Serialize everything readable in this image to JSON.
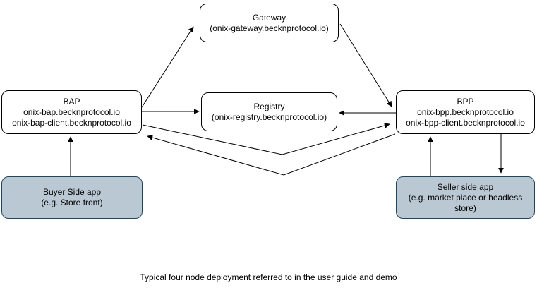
{
  "diagram": {
    "caption": "Typical four node deployment referred to in the user guide and demo",
    "nodes": {
      "gateway": {
        "line1": "Gateway",
        "line2": "(onix-gateway.becknprotocol.io)"
      },
      "bap": {
        "line1": "BAP",
        "line2": "onix-bap.becknprotocol.io",
        "line3": "onix-bap-client.becknprotocol.io"
      },
      "registry": {
        "line1": "Registry",
        "line2": "(onix-registry.becknprotocol.io)"
      },
      "bpp": {
        "line1": "BPP",
        "line2": "onix-bpp.becknprotocol.io",
        "line3": "onix-bpp-client.becknprotocol.io"
      },
      "buyer_app": {
        "line1": "Buyer Side app",
        "line2": "(e.g. Store front)"
      },
      "seller_app": {
        "line1": "Seller side app",
        "line2": "(e.g. market place or headless store)"
      }
    },
    "edges": [
      {
        "from": "BAP",
        "to": "Gateway",
        "arrow_at": "Gateway"
      },
      {
        "from": "Gateway",
        "to": "BPP",
        "arrow_at": "BPP"
      },
      {
        "from": "BAP",
        "to": "Registry",
        "arrow_at": "Registry"
      },
      {
        "from": "BPP",
        "to": "Registry",
        "arrow_at": "Registry"
      },
      {
        "from": "BAP",
        "to": "BPP",
        "arrow_at": "BPP"
      },
      {
        "from": "BPP",
        "to": "BAP",
        "arrow_at": "BAP"
      },
      {
        "from": "Buyer Side app",
        "to": "BAP",
        "arrow_at": "BAP"
      },
      {
        "from": "Seller side app",
        "to": "BPP",
        "arrow_at": "BPP"
      },
      {
        "from": "BPP",
        "to": "Seller side app",
        "arrow_at": "Seller side app"
      }
    ],
    "colors": {
      "node_fill": "#ffffff",
      "node_stroke": "#000000",
      "app_fill": "#bac8d3",
      "app_stroke": "#23445d",
      "connector": "#000000",
      "background": "#ffffff"
    }
  }
}
